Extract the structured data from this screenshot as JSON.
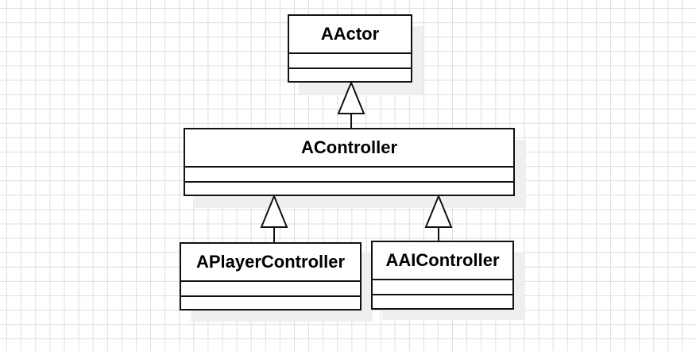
{
  "diagram": {
    "classes": [
      {
        "id": "aactor",
        "name": "AActor"
      },
      {
        "id": "acontroller",
        "name": "AController"
      },
      {
        "id": "aplayercontroller",
        "name": "APlayerController"
      },
      {
        "id": "aaicontroller",
        "name": "AAIController"
      }
    ],
    "inheritance": [
      {
        "child": "AController",
        "parent": "AActor"
      },
      {
        "child": "APlayerController",
        "parent": "AController"
      },
      {
        "child": "AAIController",
        "parent": "AController"
      }
    ]
  }
}
